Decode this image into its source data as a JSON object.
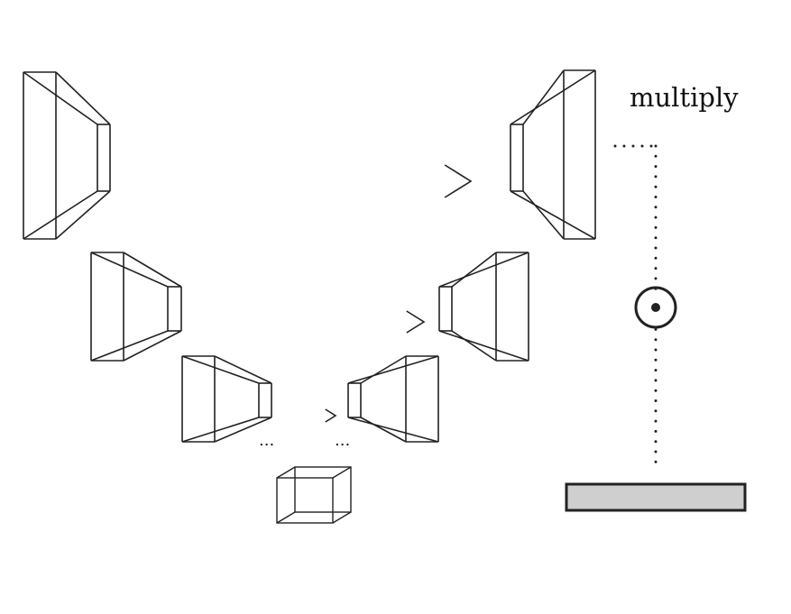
{
  "diagram": {
    "title_label": "multiply",
    "ellipsis_left": "...",
    "ellipsis_right": "...",
    "colors": {
      "stroke": "#222222",
      "bar_fill": "#cfcfcf",
      "background": "#ffffff"
    },
    "components": [
      "encoder-block-1",
      "encoder-block-2",
      "encoder-block-3",
      "bottleneck-cube",
      "decoder-block-1",
      "decoder-block-2",
      "decoder-block-3",
      "skip-arrow-1",
      "skip-arrow-2",
      "skip-arrow-3",
      "multiply-operator",
      "output-bar"
    ]
  }
}
